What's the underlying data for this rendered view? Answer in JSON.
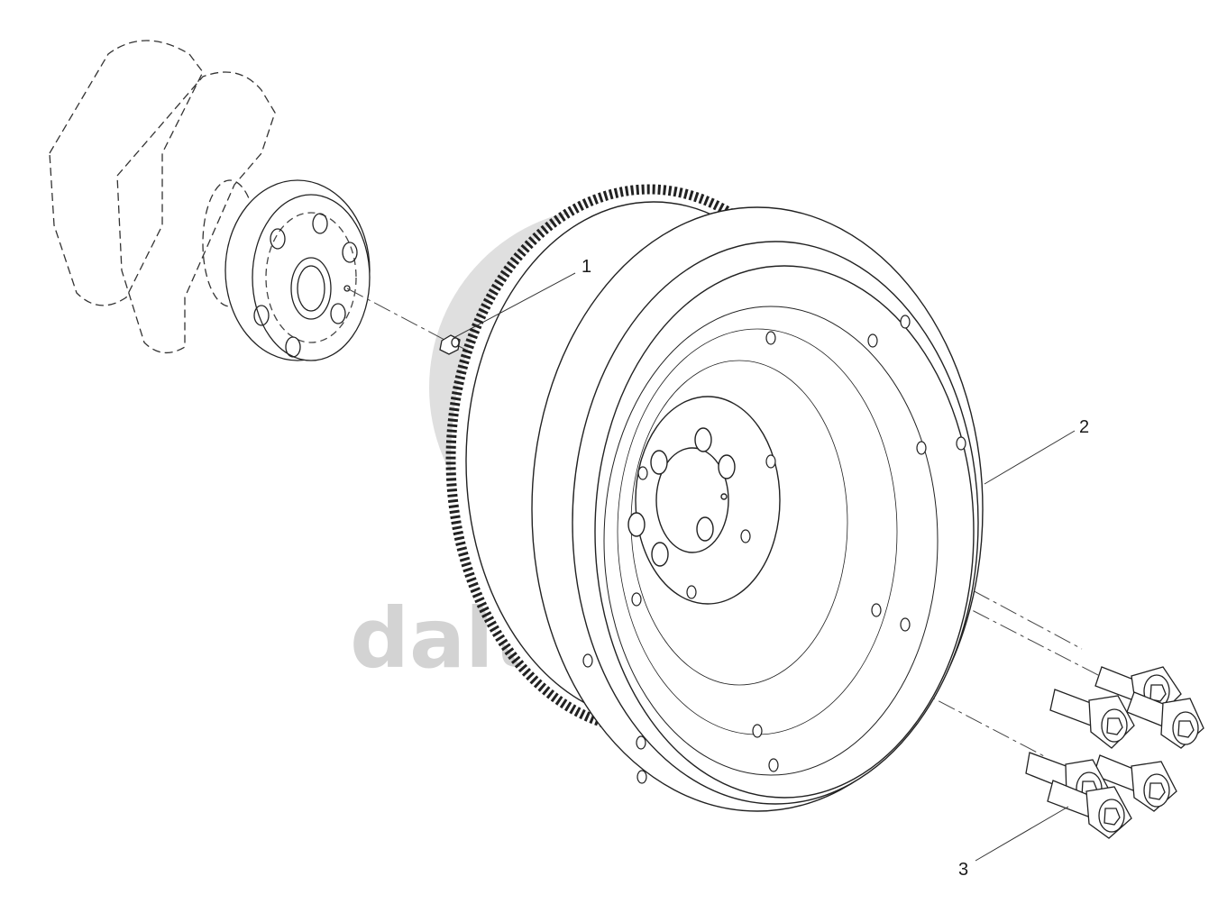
{
  "watermark": {
    "text": "dalta-parts",
    "color": "#d2d2d2"
  },
  "parts": [
    {
      "id": "dowel-pin",
      "callout": "1"
    },
    {
      "id": "flywheel",
      "callout": "2"
    },
    {
      "id": "flywheel-bolts",
      "callout": "3"
    }
  ],
  "colors": {
    "line": "#1a1a1a",
    "dashed": "#444444",
    "fill": "#ffffff"
  }
}
